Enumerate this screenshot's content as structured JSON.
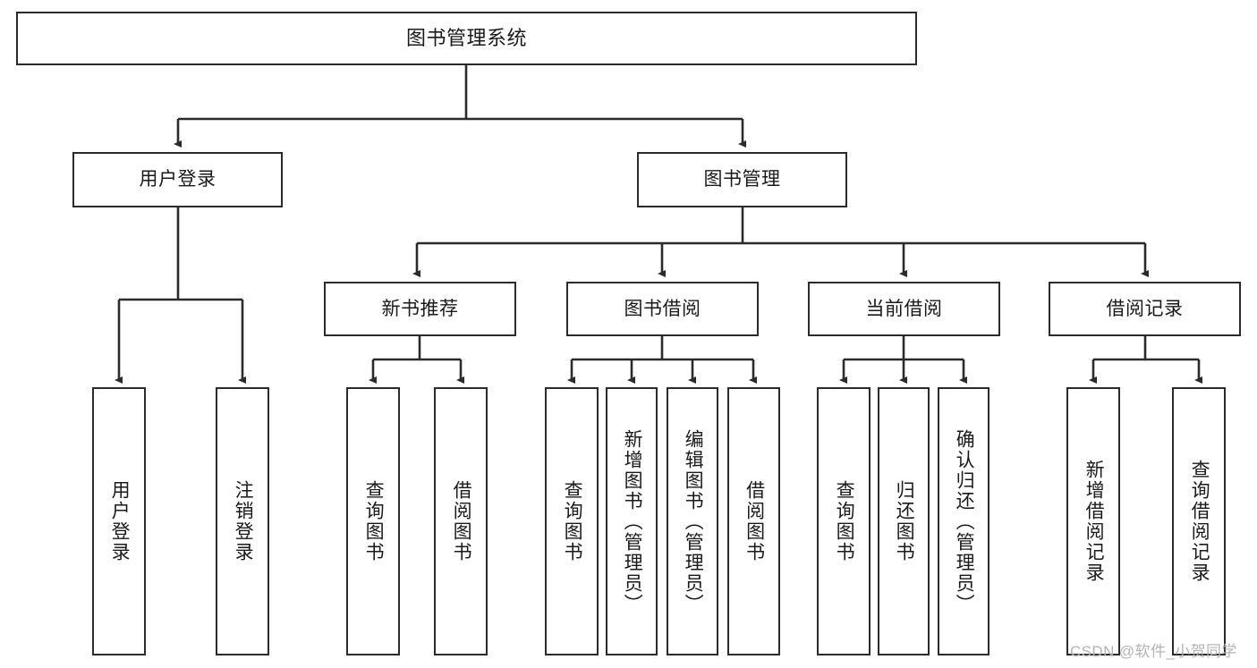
{
  "diagram": {
    "type": "tree",
    "title": "图书管理系统",
    "stroke_color": "#2b2b2b",
    "fill_color": "#ffffff",
    "text_color": "#1a1a1a"
  },
  "root": {
    "label": "图书管理系统"
  },
  "level2": [
    {
      "label": "用户登录"
    },
    {
      "label": "图书管理"
    }
  ],
  "level3": [
    {
      "label": "新书推荐"
    },
    {
      "label": "图书借阅"
    },
    {
      "label": "当前借阅"
    },
    {
      "label": "借阅记录"
    }
  ],
  "leaves": {
    "user_login": [
      {
        "label": "用户登录"
      },
      {
        "label": "注销登录"
      }
    ],
    "new_book": [
      {
        "label": "查询图书"
      },
      {
        "label": "借阅图书"
      }
    ],
    "book_borrow": [
      {
        "label": "查询图书"
      },
      {
        "label": "新增图书（管理员）"
      },
      {
        "label": "编辑图书（管理员）"
      },
      {
        "label": "借阅图书"
      }
    ],
    "current_borrow": [
      {
        "label": "查询图书"
      },
      {
        "label": "归还图书"
      },
      {
        "label": "确认归还（管理员）"
      }
    ],
    "borrow_record": [
      {
        "label": "新增借阅记录"
      },
      {
        "label": "查询借阅记录"
      }
    ]
  },
  "watermark": {
    "text": "CSDN @软件_小贺同学",
    "color": "#b4b4b4"
  }
}
